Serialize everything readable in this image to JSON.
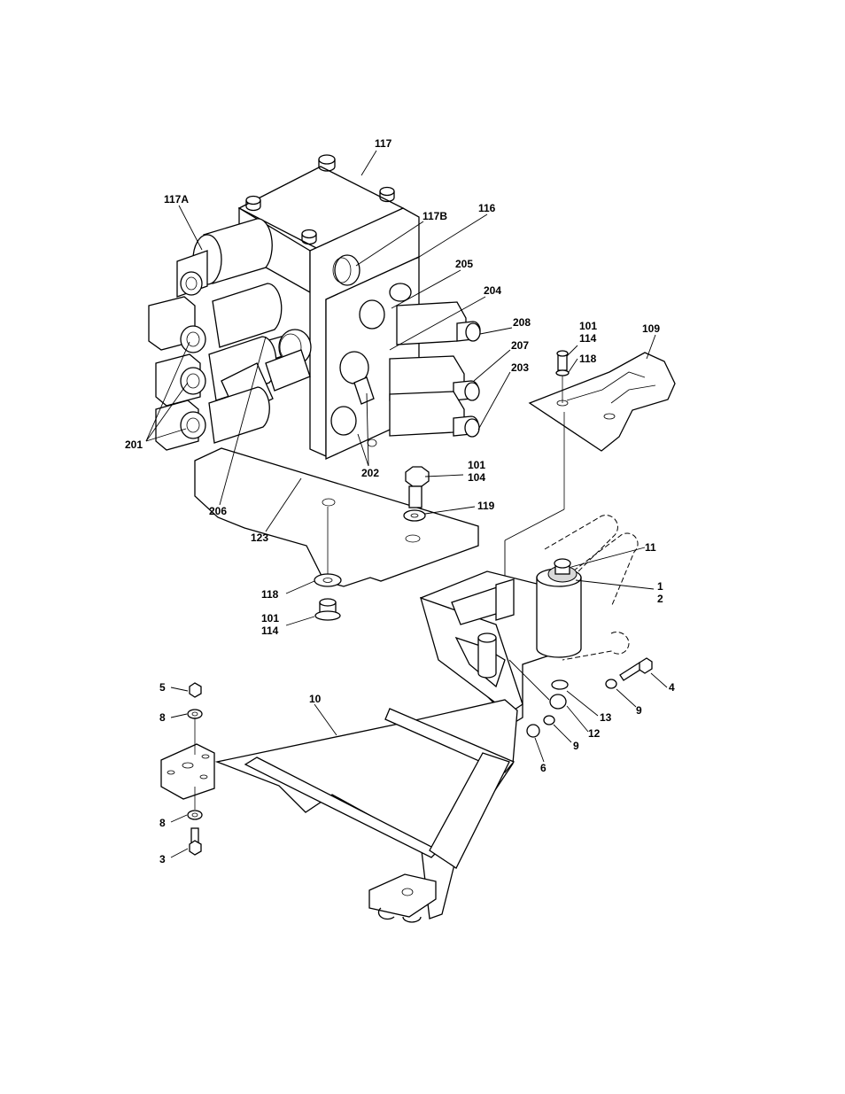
{
  "callouts": {
    "c117": "117",
    "c117A": "117A",
    "c117B": "117B",
    "c116": "116",
    "c205": "205",
    "c204": "204",
    "c208": "208",
    "c207": "207",
    "c203": "203",
    "c201": "201",
    "c202": "202",
    "c206": "206",
    "c123": "123",
    "c101a": "101",
    "c104": "104",
    "c119": "119",
    "c118a": "118",
    "c101b": "101",
    "c114b": "114",
    "c101c": "101",
    "c114c": "114",
    "c118c": "118",
    "c109": "109",
    "c11": "11",
    "c1": "1",
    "c2": "2",
    "c4": "4",
    "c9a": "9",
    "c13": "13",
    "c12": "12",
    "c9b": "9",
    "c6": "6",
    "c5": "5",
    "c8a": "8",
    "c10": "10",
    "c8b": "8",
    "c3": "3"
  }
}
